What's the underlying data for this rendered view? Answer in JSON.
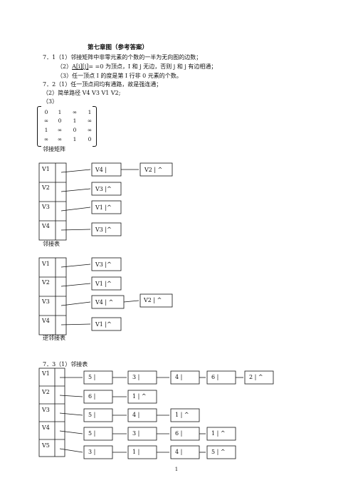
{
  "title": "第七章图（参考答案）",
  "q71": {
    "line1": "7．1（1）邻接矩阵中非零元素的个数的一半为无向图的边数；",
    "line2_part1": "（2）",
    "line2_underlined": "A[i][j]",
    "line2_part2": "= =0 为顶点，I 和 j 无边，否则 j 和 j 有边相通；",
    "line3": "（3）任一顶点 I 的度是第 I 行非 0 元素的个数。"
  },
  "q72": {
    "line1": "7．2（1）任一顶点间均有通路，故是强连通；",
    "line2": "（2）简单路径  V4 V3 V1 V2;",
    "line3": "（3）"
  },
  "matrix": {
    "rows": [
      [
        "0",
        "1",
        "∞",
        "1"
      ],
      [
        "∞",
        "0",
        "1",
        "∞"
      ],
      [
        "1",
        "∞",
        "0",
        "∞"
      ],
      [
        "∞",
        "∞",
        "1",
        "0"
      ]
    ],
    "caption": "邻接矩阵"
  },
  "adj_list": {
    "caption": "邻接表",
    "vertices": [
      "V1",
      "V2",
      "V3",
      "V4"
    ],
    "nodes": [
      [
        "V4  |",
        "V2  | ^"
      ],
      [
        "V3   |^"
      ],
      [
        "V1   |^"
      ],
      [
        "V3   |^"
      ]
    ]
  },
  "inv_adj_list": {
    "caption": "逆邻接表",
    "vertices": [
      "V1",
      "V2",
      "V3",
      "V4"
    ],
    "nodes": [
      [
        "V3   |^"
      ],
      [
        "V1   |^"
      ],
      [
        "V4   | ^",
        "V2 | ^"
      ],
      [
        "V1   |^"
      ]
    ]
  },
  "q73": {
    "heading": "7．3（1）邻接表",
    "vertices": [
      "V1",
      "V2",
      "V3",
      "V4",
      "V5"
    ],
    "nodes": [
      [
        "5   |",
        "3   |",
        "4   |",
        "6   |",
        "2   | ^"
      ],
      [
        "6   |",
        "1   | ^"
      ],
      [
        "5   |",
        "4   |",
        "1   | ^"
      ],
      [
        "5   |",
        "3   |",
        "6   |",
        "1   | ^"
      ],
      [
        "3   |",
        "1   |",
        "4   |",
        "5   | ^"
      ]
    ]
  },
  "page_number": "1"
}
